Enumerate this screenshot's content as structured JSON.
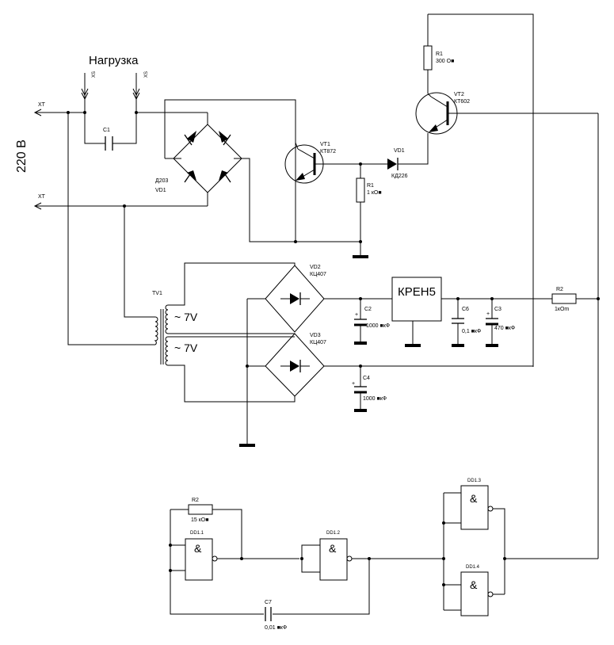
{
  "labels": {
    "load": "Нагрузка",
    "mains_voltage": "220 В",
    "xt_top": "XT",
    "xt_bottom": "XT",
    "xs_left": "XS",
    "xs_right": "XS",
    "c1": "C1",
    "bridge_part": "Д203",
    "vd1_bridge": "VD1",
    "vt1": "VT1",
    "vt1_part": "КТ872",
    "r1_base": "R1",
    "r1_base_val": "1 кО■",
    "vd1_diode": "VD1",
    "vd1_part": "КД226",
    "r1_top": "R1",
    "r1_top_val": "300 О■",
    "vt2": "VT2",
    "vt2_part": "КТ602",
    "tv1": "TV1",
    "sec1": "~ 7V",
    "sec2": "~ 7V",
    "vd2": "VD2",
    "vd2_part": "КЦ407",
    "vd3": "VD3",
    "vd3_part": "КЦ407",
    "c2": "C2",
    "c2_val": "1000 ■кФ",
    "c4": "C4",
    "c4_val": "1000 ■кФ",
    "regulator": "КРЕН5",
    "c6": "C6",
    "c6_val": "0,1 ■кФ",
    "c3": "C3",
    "c3_val": "470 ■кФ",
    "r2_out": "R2",
    "r2_out_val": "1кОm",
    "r2_osc": "R2",
    "r2_osc_val": "15 кО■",
    "dd11": "DD1.1",
    "dd12": "DD1.2",
    "dd13": "DD1.3",
    "dd14": "DD1.4",
    "and_symbol": "&",
    "c7": "C7",
    "c7_val": "0,01 ■кФ",
    "plus": "+"
  }
}
